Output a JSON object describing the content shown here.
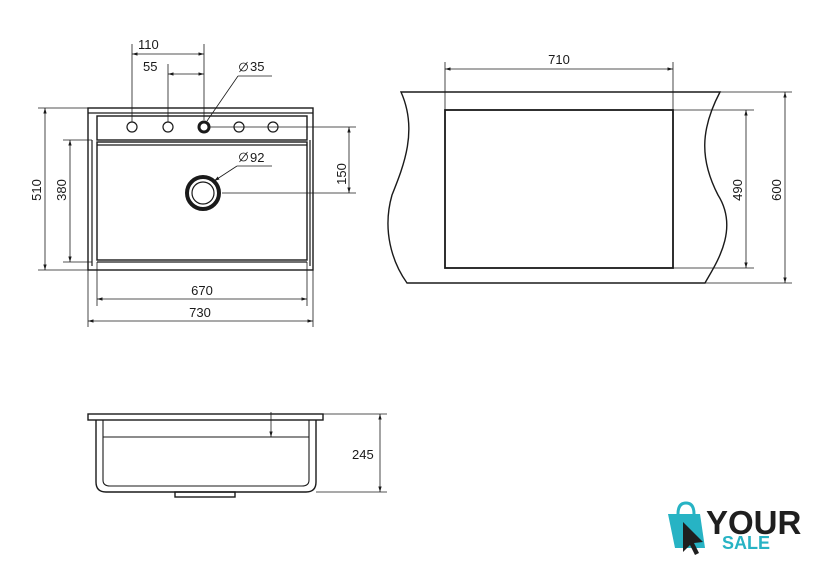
{
  "top_view": {
    "dim_110": "110",
    "dim_55": "55",
    "dim_35": "35",
    "dim_92": "92",
    "dim_150": "150",
    "dim_510": "510",
    "dim_380": "380",
    "dim_670": "670",
    "dim_730": "730"
  },
  "cutout_view": {
    "dim_710": "710",
    "dim_490": "490",
    "dim_600": "600"
  },
  "side_view": {
    "dim_245": "245"
  },
  "logo": {
    "word1": "YOUR",
    "word2": "SALE",
    "accent_color": "#27b3c4",
    "dark_color": "#1f1f1f"
  }
}
